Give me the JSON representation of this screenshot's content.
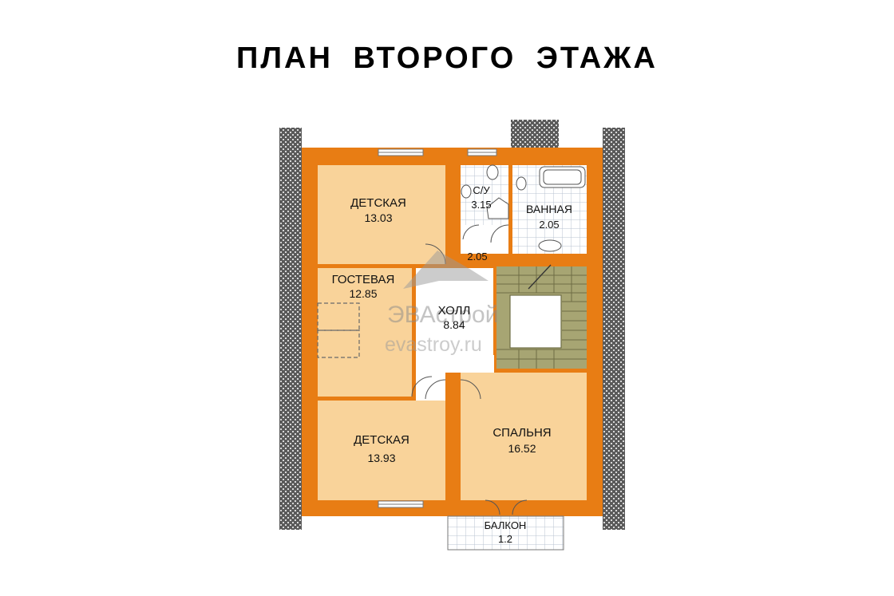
{
  "title": "ПЛАН ВТОРОГО ЭТАЖА",
  "colors": {
    "wall": "#e87d14",
    "room_fill": "#f9d39a",
    "roof_hatch": "#4a4a4a",
    "tile_grid": "#b9c3d0",
    "stair": "#a7a573",
    "window": "#ffffff",
    "text": "#111111",
    "watermark": "#8a8a8a"
  },
  "rooms": {
    "detskaya_top": {
      "name": "ДЕТСКАЯ",
      "area": "13.03"
    },
    "gostevaya": {
      "name": "ГОСТЕВАЯ",
      "area": "12.85"
    },
    "detskaya_bottom": {
      "name": "ДЕТСКАЯ",
      "area": "13.93"
    },
    "spalnya": {
      "name": "СПАЛЬНЯ",
      "area": "16.52"
    },
    "su": {
      "name": "С/У",
      "area": "3.15"
    },
    "vannaya": {
      "name": "ВАННАЯ",
      "area": "2.05"
    },
    "corridor": {
      "name": "",
      "area": "2.05"
    },
    "holl": {
      "name": "ХОЛЛ",
      "area": "8.84"
    },
    "balkon": {
      "name": "БАЛКОН",
      "area": "1.2"
    }
  },
  "watermark": {
    "brand": "ЭВАстрой",
    "site": "evastroy.ru",
    "icon": "house-logo-icon"
  }
}
